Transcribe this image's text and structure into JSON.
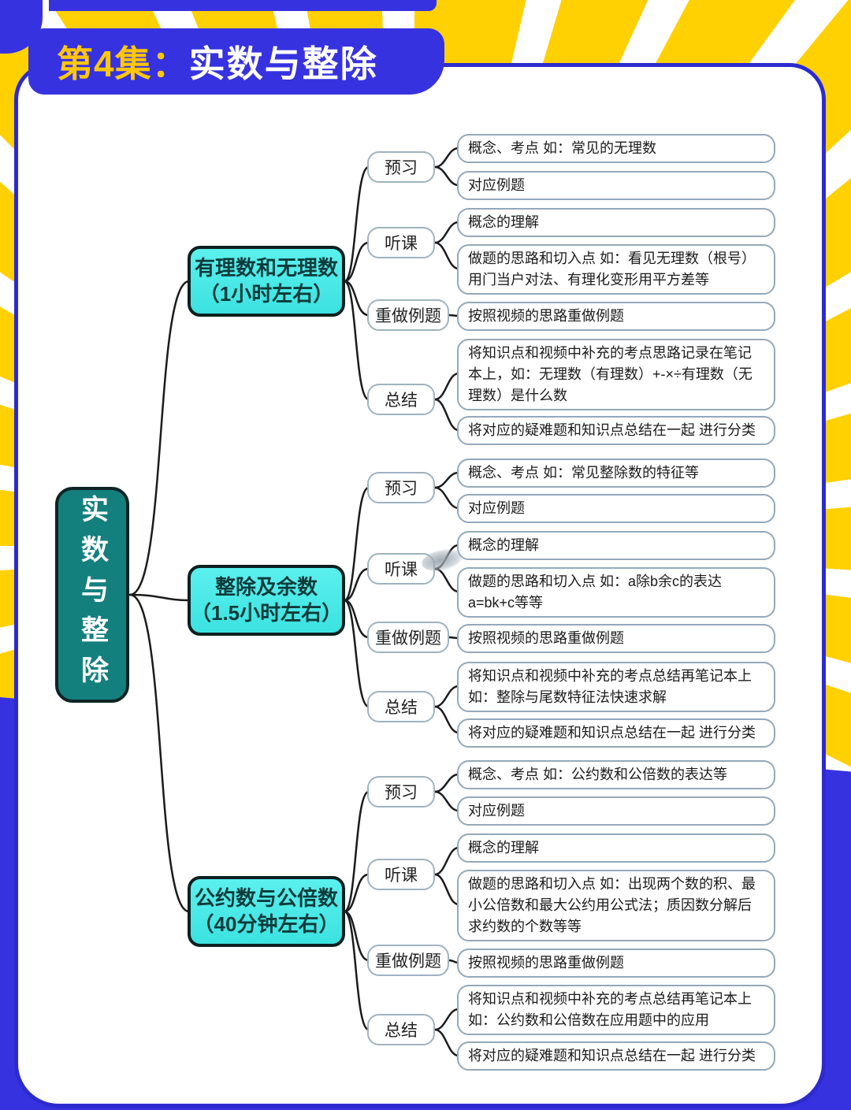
{
  "banner": {
    "episode": "第4集：",
    "title": "实数与整除"
  },
  "root": {
    "label": "实数与整除"
  },
  "colors": {
    "background_yellow": "#FFD103",
    "frame_blue": "#3732E0",
    "branch_cyan": "#4BEBE8",
    "root_teal": "#13807E",
    "banner_episode_yellow": "#FFC60B"
  },
  "branches": [
    {
      "title": "有理数和无理数",
      "duration": "（1小时左右）",
      "children": [
        {
          "label": "预习",
          "items": [
            "概念、考点 如：常见的无理数",
            "对应例题"
          ]
        },
        {
          "label": "听课",
          "items": [
            "概念的理解",
            "做题的思路和切入点 如：看见无理数（根号）用门当户对法、有理化变形用平方差等"
          ]
        },
        {
          "label": "重做例题",
          "items": [
            "按照视频的思路重做例题"
          ]
        },
        {
          "label": "总结",
          "items": [
            "将知识点和视频中补充的考点思路记录在笔记本上，如：无理数（有理数）+-×÷有理数（无理数）是什么数",
            "将对应的疑难题和知识点总结在一起 进行分类"
          ]
        }
      ]
    },
    {
      "title": "整除及余数",
      "duration": "（1.5小时左右）",
      "children": [
        {
          "label": "预习",
          "items": [
            "概念、考点 如：常见整除数的特征等",
            "对应例题"
          ]
        },
        {
          "label": "听课",
          "items": [
            "概念的理解",
            "做题的思路和切入点 如：a除b余c的表达 a=bk+c等等"
          ]
        },
        {
          "label": "重做例题",
          "items": [
            "按照视频的思路重做例题"
          ]
        },
        {
          "label": "总结",
          "items": [
            "将知识点和视频中补充的考点总结再笔记本上 如：整除与尾数特征法快速求解",
            "将对应的疑难题和知识点总结在一起 进行分类"
          ]
        }
      ]
    },
    {
      "title": "公约数与公倍数",
      "duration": "（40分钟左右）",
      "children": [
        {
          "label": "预习",
          "items": [
            "概念、考点 如：公约数和公倍数的表达等",
            "对应例题"
          ]
        },
        {
          "label": "听课",
          "items": [
            "概念的理解",
            "做题的思路和切入点 如：出现两个数的积、最小公倍数和最大公约用公式法；质因数分解后求约数的个数等等"
          ]
        },
        {
          "label": "重做例题",
          "items": [
            "按照视频的思路重做例题"
          ]
        },
        {
          "label": "总结",
          "items": [
            "将知识点和视频中补充的考点总结再笔记本上 如：公约数和公倍数在应用题中的应用",
            "将对应的疑难题和知识点总结在一起 进行分类"
          ]
        }
      ]
    }
  ]
}
